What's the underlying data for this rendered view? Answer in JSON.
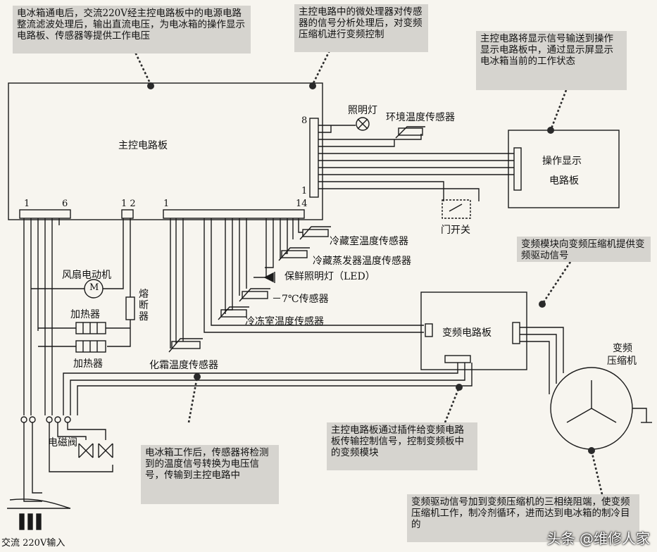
{
  "notes": {
    "power": "电冰箱通电后，交流220V经主控电路板中的电源电路整流滤波处理后，输出直流电压，为电冰箱的操作显示电路板、传感器等提供工作电压",
    "mcu": "主控电路中的微处理器对传感器的信号分析处理后，对变频压缩机进行变频控制",
    "display": "主控电路将显示信号输送到操作显示电路板中，通过显示屏显示电冰箱当前的工作状态",
    "inverter_drive": "变频模块向变频压缩机提供变频驱动信号",
    "sensor": "电冰箱工作后，传感器将检测到的温度信号转换为电压信号，传输到主控电路中",
    "control": "主控电路板通过插件给变频电路板传输控制信号，控制变频板中的变频模块",
    "compressor": "变频驱动信号加到变频压缩机的三相绕阻端，使变频压缩机工作，制冷剂循环，进而达到电冰箱的制冷目的"
  },
  "boards": {
    "main": "主控电路板",
    "display_line1": "操作显示",
    "display_line2": "电路板",
    "inverter": "变频电路板"
  },
  "pins": {
    "p8": "8",
    "p1_right": "1",
    "p1_left": "1",
    "p6": "6",
    "p12": "1 2",
    "p1_mid": "1",
    "p14": "14"
  },
  "components": {
    "lamp": "照明灯",
    "ambient_sensor": "环境温度传感器",
    "door_switch": "门开关",
    "fridge_sensor": "冷藏室温度传感器",
    "evap_sensor": "冷藏蒸发器温度传感器",
    "led": "保鲜照明灯（LED）",
    "minus7_sensor": "－7℃传感器",
    "freezer_sensor": "冷冻室温度传感器",
    "defrost_sensor": "化霜温度传感器",
    "fan_motor": "风扇电动机",
    "motor_symbol": "M",
    "fuse": "熔断器",
    "heater1": "加热器",
    "heater2": "加热器",
    "solenoid": "电磁阀",
    "compressor_line1": "变频",
    "compressor_line2": "压缩机",
    "ac_input": "交流 220V输入"
  },
  "watermark": "头条 @维修人家"
}
